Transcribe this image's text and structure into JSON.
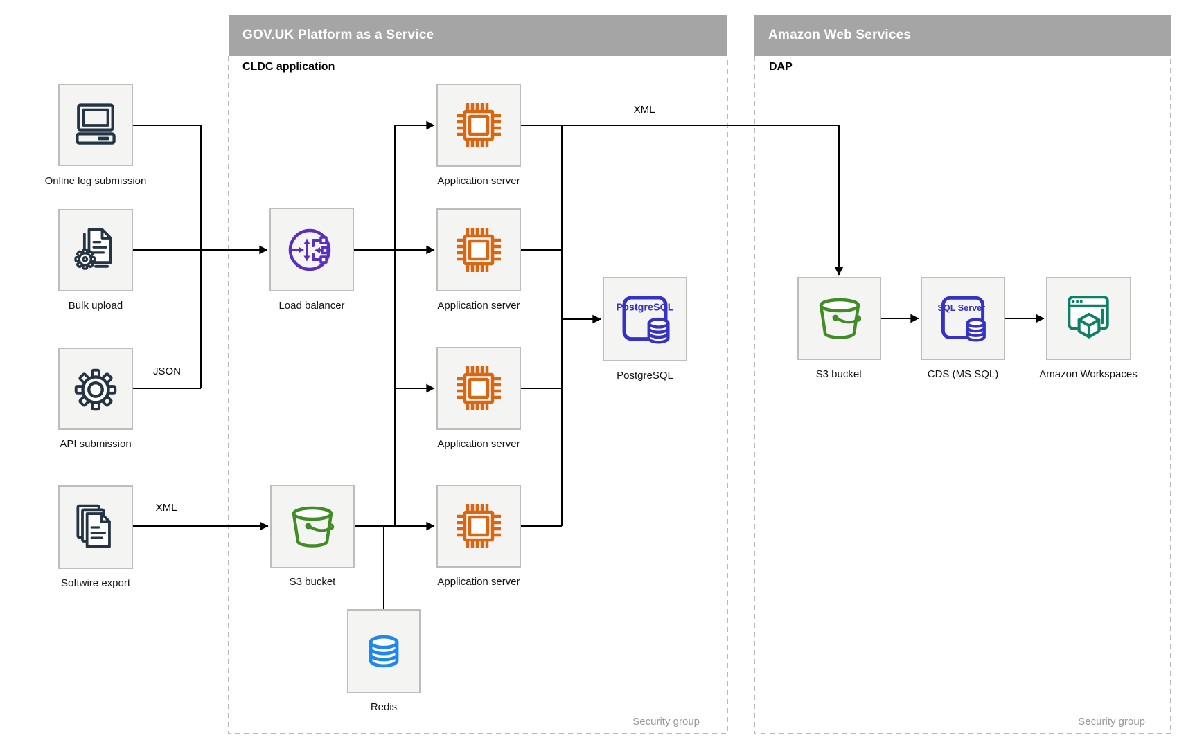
{
  "containers": {
    "paas": {
      "title": "GOV.UK Platform as a Service",
      "sublabel": "CLDC application",
      "footer": "Security group"
    },
    "aws": {
      "title": "Amazon Web Services",
      "sublabel": "DAP",
      "footer": "Security group"
    }
  },
  "nodes": {
    "online_log": {
      "label": "Online log submission"
    },
    "bulk_upload": {
      "label": "Bulk upload"
    },
    "api_submission": {
      "label": "API submission"
    },
    "softwire_export": {
      "label": "Softwire export"
    },
    "load_balancer": {
      "label": "Load balancer"
    },
    "app_server": {
      "label": "Application server"
    },
    "postgresql": {
      "label": "PostgreSQL",
      "icon_text": "PostgreSQL"
    },
    "s3_bucket_paas": {
      "label": "S3 bucket"
    },
    "redis": {
      "label": "Redis"
    },
    "s3_bucket_dap": {
      "label": "S3 bucket"
    },
    "cds": {
      "label": "CDS (MS SQL)",
      "icon_text": "SQL Server"
    },
    "workspaces": {
      "label": "Amazon Workspaces"
    }
  },
  "edge_labels": {
    "json": "JSON",
    "xml_softwire": "XML",
    "xml_top": "XML"
  },
  "edges": [
    {
      "from": "online_log",
      "to": "load_balancer",
      "label": ""
    },
    {
      "from": "bulk_upload",
      "to": "load_balancer",
      "label": ""
    },
    {
      "from": "api_submission",
      "to": "load_balancer",
      "label": "JSON"
    },
    {
      "from": "softwire_export",
      "to": "s3_bucket_paas",
      "label": "XML"
    },
    {
      "from": "load_balancer",
      "to": "app_server_1",
      "label": ""
    },
    {
      "from": "load_balancer",
      "to": "app_server_2",
      "label": ""
    },
    {
      "from": "load_balancer",
      "to": "app_server_3",
      "label": ""
    },
    {
      "from": "s3_bucket_paas",
      "to": "app_server_4",
      "label": ""
    },
    {
      "from": "app_servers",
      "to": "postgresql",
      "label": ""
    },
    {
      "from": "app_servers",
      "to": "redis",
      "label": ""
    },
    {
      "from": "app_server_1",
      "to": "s3_bucket_dap",
      "label": "XML"
    },
    {
      "from": "s3_bucket_dap",
      "to": "cds",
      "label": ""
    },
    {
      "from": "cds",
      "to": "workspaces",
      "label": ""
    }
  ],
  "colors": {
    "header_bar": "#a5a5a5",
    "dashed_border": "#b8b8b8",
    "node_fill": "#f4f4f3",
    "node_border": "#bdbdbd",
    "dark_navy": "#253444",
    "orange": "#d86613",
    "purple": "#5a2fbf",
    "green": "#418c26",
    "indigo": "#3633c4",
    "redis_blue": "#1e87f0",
    "teal": "#0d8066",
    "security_text": "#999999",
    "wire": "#000000"
  }
}
